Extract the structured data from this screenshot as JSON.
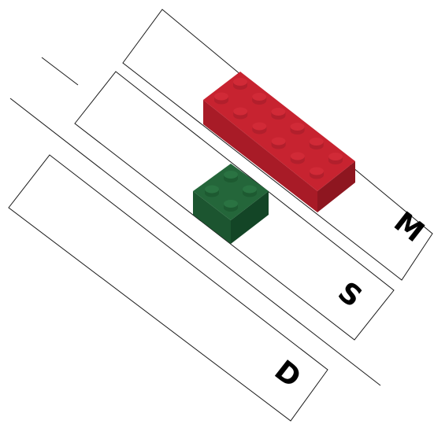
{
  "bands": [
    {
      "label": "M"
    },
    {
      "label": "S"
    },
    {
      "label": "D"
    }
  ],
  "bricks": [
    {
      "name": "red-brick",
      "color": "red",
      "studs": "2x6",
      "colors": {
        "top": "#c72330",
        "left": "#a81b27",
        "right": "#8e1620",
        "stud": "#b21f2c",
        "stud_top": "#d12a37"
      }
    },
    {
      "name": "green-brick",
      "color": "green",
      "studs": "2x2",
      "colors": {
        "top": "#24663a",
        "left": "#1c5530",
        "right": "#134526",
        "stud": "#1d5a31",
        "stud_top": "#2a7342"
      }
    }
  ]
}
